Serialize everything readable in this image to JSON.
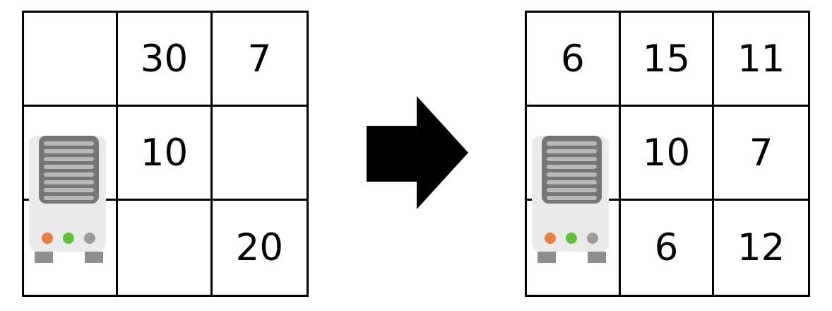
{
  "left_grid": {
    "cells": [
      [
        "",
        "30",
        "7"
      ],
      [
        "",
        "10",
        ""
      ],
      [
        "",
        "",
        "20"
      ]
    ],
    "server_position": {
      "column": 1,
      "rows": "2-3"
    }
  },
  "right_grid": {
    "cells": [
      [
        "6",
        "15",
        "11"
      ],
      [
        "",
        "10",
        "7"
      ],
      [
        "",
        "6",
        "12"
      ]
    ],
    "server_position": {
      "column": 1,
      "rows": "2-3"
    }
  },
  "icons": {
    "server": "server-icon",
    "arrow": "right-arrow-icon"
  },
  "colors": {
    "grid_line": "#000000",
    "number_text": "#000000",
    "arrow": "#000000",
    "server_body": "#eaeaea",
    "server_panel": "#767676",
    "server_stripe": "#b9b9b9",
    "led_orange": "#ed7d3c",
    "led_green": "#5ec232",
    "led_gray": "#9c9c9c",
    "server_feet": "#8e8e8e"
  }
}
